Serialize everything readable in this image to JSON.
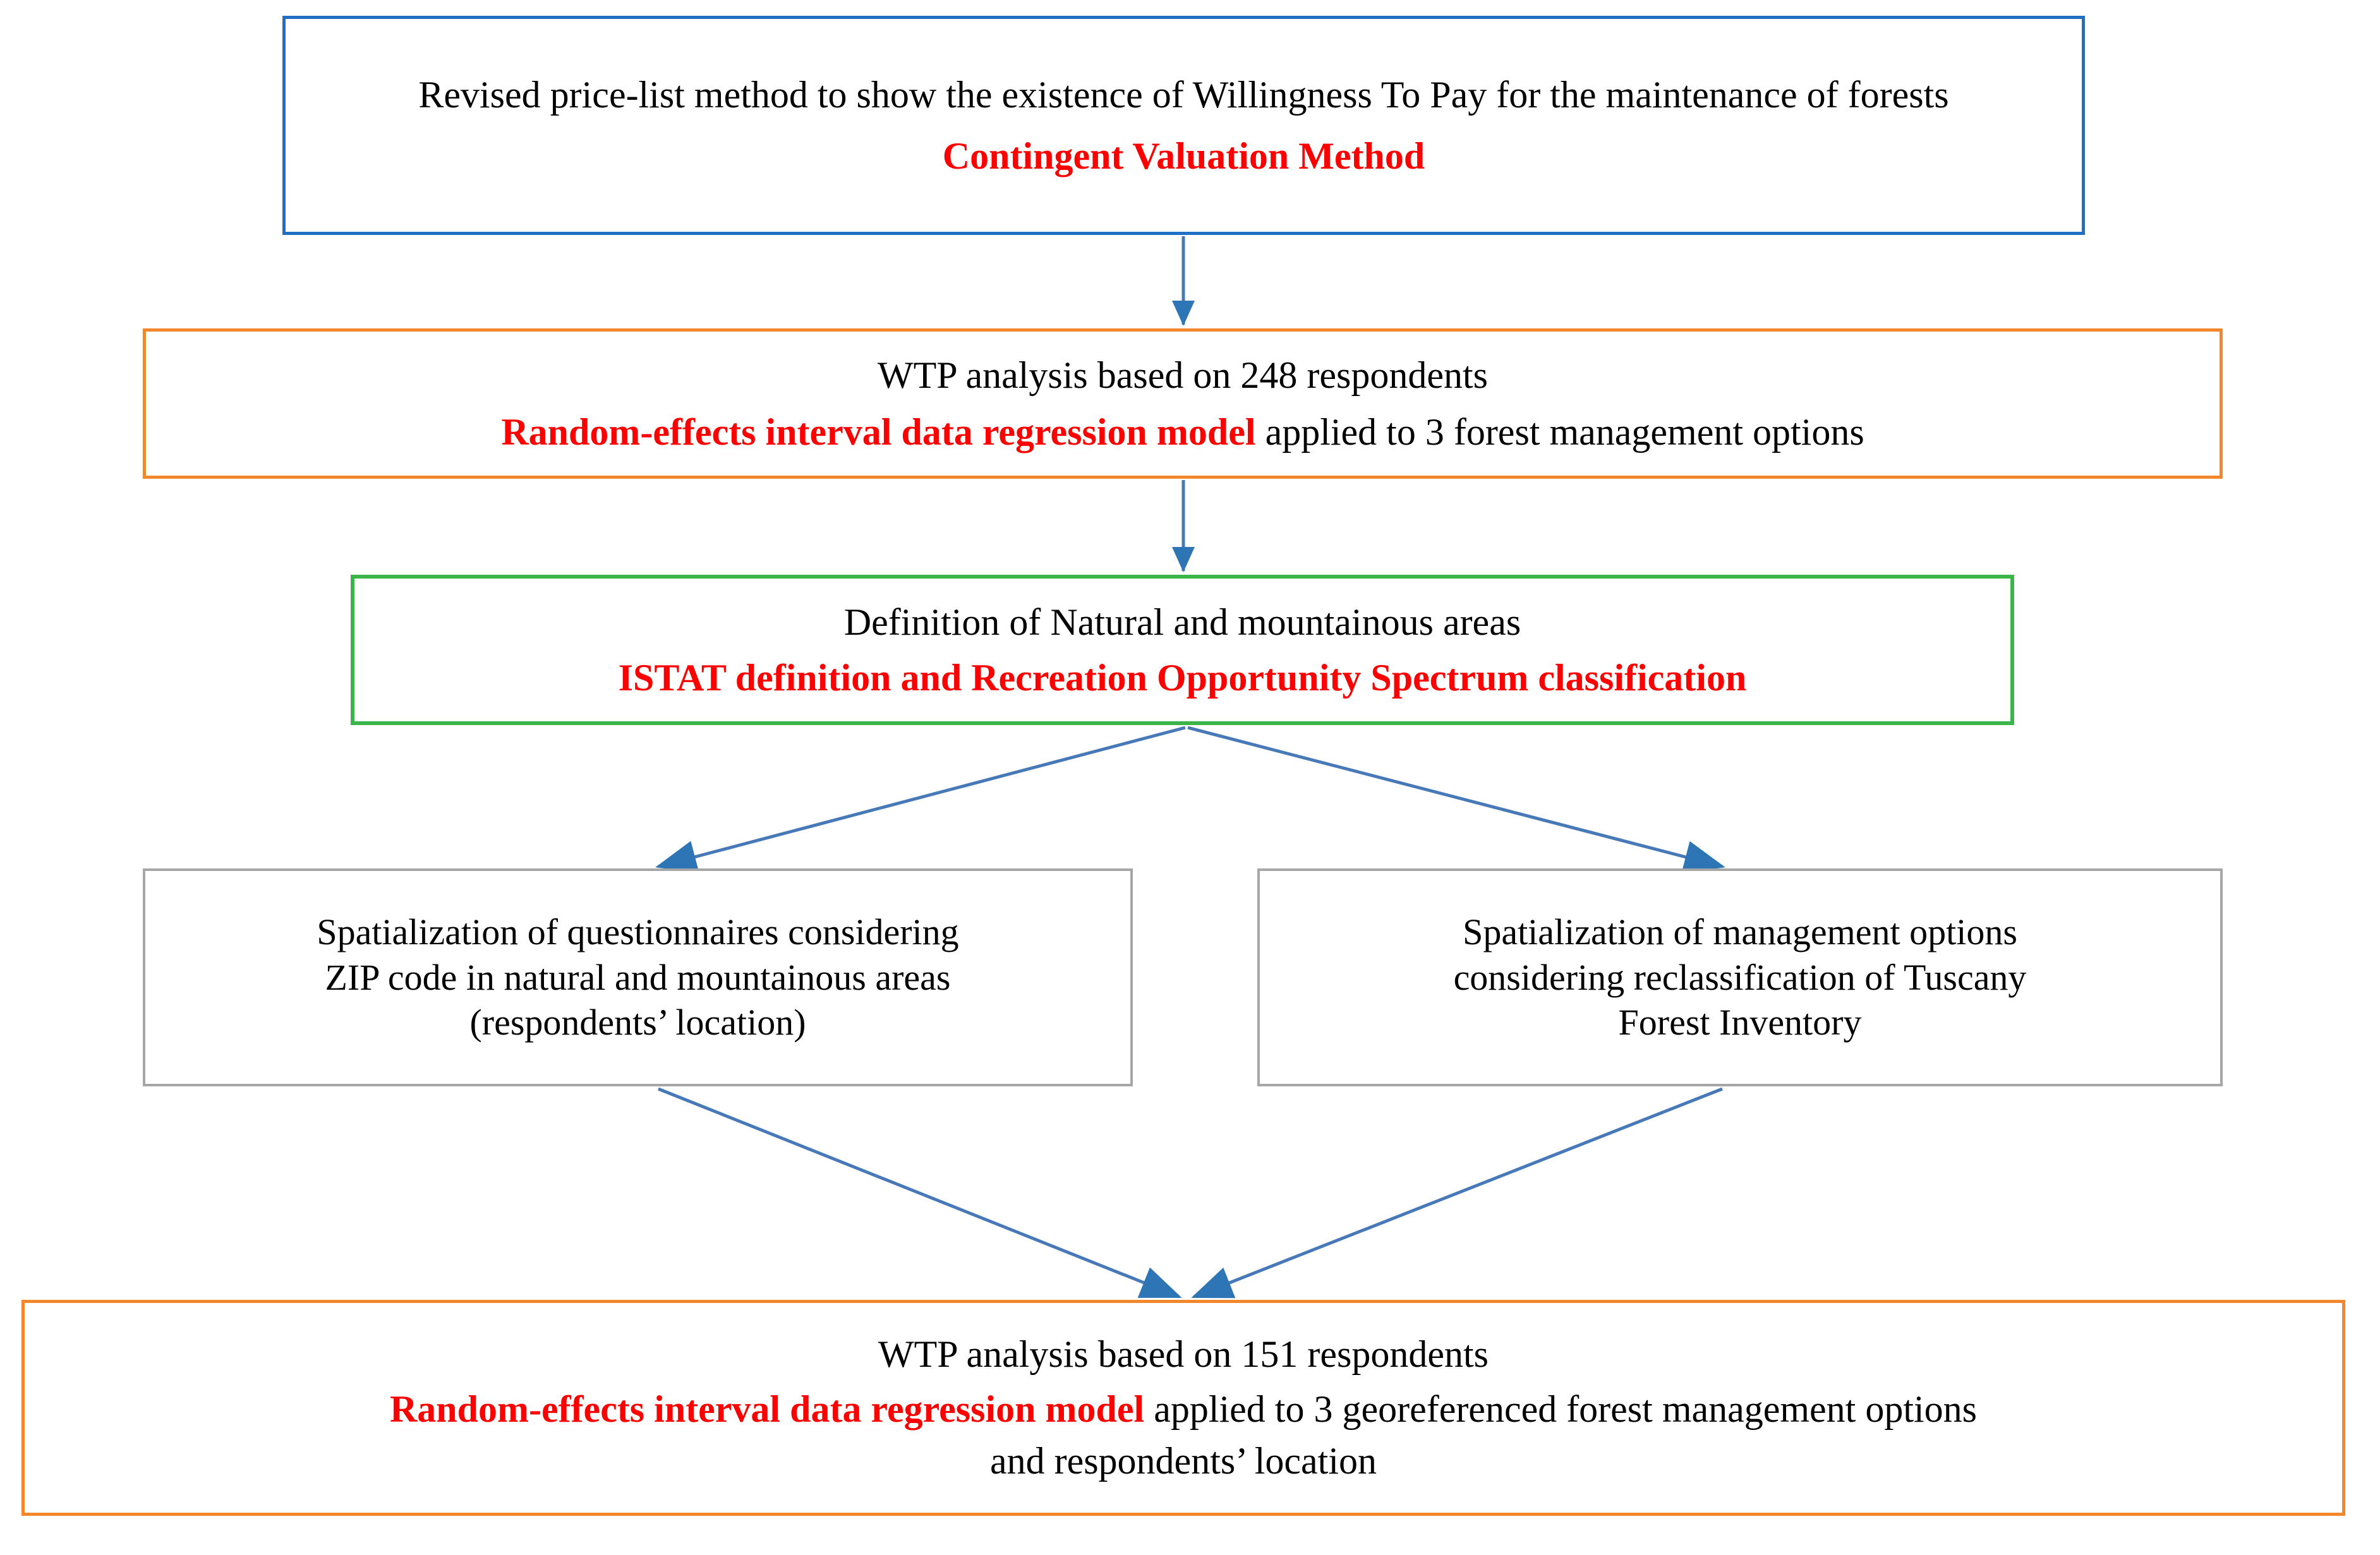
{
  "diagram": {
    "title": "Contingent valuation methodology flowchart",
    "colors": {
      "border_blue": "#1F6FC4",
      "border_orange": "#F2872B",
      "border_green": "#3BB54A",
      "border_gray": "#A6A6A6",
      "arrow_blue": "#4779B8",
      "highlight_red": "#FF0000",
      "text_black": "#000000",
      "background": "#FFFFFF"
    },
    "nodes": [
      {
        "id": "cvm",
        "border_color": "#1F6FC4",
        "lines": [
          {
            "text": "Revised price-list method to show the existence of Willingness To Pay for the maintenance of forests",
            "style": "plain"
          },
          {
            "text": "Contingent Valuation Method",
            "style": "red-bold"
          }
        ]
      },
      {
        "id": "wtp-248",
        "border_color": "#F2872B",
        "lines": [
          {
            "text": "WTP analysis based on 248 respondents",
            "style": "plain"
          },
          {
            "red": "Random-effects interval data regression model",
            "plain": " applied to  3 forest management options",
            "style": "mixed"
          }
        ]
      },
      {
        "id": "definition",
        "border_color": "#3BB54A",
        "lines": [
          {
            "text": "Definition of Natural and mountainous areas",
            "style": "plain"
          },
          {
            "text": "ISTAT definition and Recreation Opportunity Spectrum classification",
            "style": "red-bold"
          }
        ]
      },
      {
        "id": "spatial-questionnaires",
        "border_color": "#A6A6A6",
        "lines": [
          {
            "text": "Spatialization of questionnaires considering",
            "style": "plain"
          },
          {
            "text": "ZIP code in natural and mountainous areas",
            "style": "plain"
          },
          {
            "text": "(respondents’ location)",
            "style": "plain"
          }
        ]
      },
      {
        "id": "spatial-management",
        "border_color": "#A6A6A6",
        "lines": [
          {
            "text": "Spatialization of management options",
            "style": "plain"
          },
          {
            "text": "considering reclassification of Tuscany",
            "style": "plain"
          },
          {
            "text": "Forest Inventory",
            "style": "plain"
          }
        ]
      },
      {
        "id": "wtp-151",
        "border_color": "#F2872B",
        "lines": [
          {
            "text": "WTP analysis based on 151 respondents",
            "style": "plain"
          },
          {
            "red": "Random-effects interval data regression model",
            "plain": " applied to 3 georeferenced forest management options",
            "style": "mixed"
          },
          {
            "text": "and respondents’ location",
            "style": "plain"
          }
        ]
      }
    ],
    "connectors": [
      {
        "id": "cvm-to-wtp248",
        "from": "cvm",
        "to": "wtp-248",
        "kind": "straight-down-arrow"
      },
      {
        "id": "wtp248-to-definition",
        "from": "wtp-248",
        "to": "definition",
        "kind": "straight-down-arrow"
      },
      {
        "id": "definition-to-spatial-questionnaires",
        "from": "definition",
        "to": "spatial-questionnaires",
        "kind": "diagonal-arrow"
      },
      {
        "id": "definition-to-spatial-management",
        "from": "definition",
        "to": "spatial-management",
        "kind": "diagonal-arrow"
      },
      {
        "id": "spatial-questionnaires-to-wtp151",
        "from": "spatial-questionnaires",
        "to": "wtp-151",
        "kind": "diagonal-arrow"
      },
      {
        "id": "spatial-management-to-wtp151",
        "from": "spatial-management",
        "to": "wtp-151",
        "kind": "diagonal-arrow"
      }
    ]
  },
  "text": {
    "cvm": {
      "line1": "Revised price-list method to show the existence of Willingness To Pay for the maintenance of forests",
      "line2": "Contingent Valuation Method"
    },
    "wtp248": {
      "line1": "WTP analysis based on 248 respondents",
      "line2_red": "Random-effects interval data regression model",
      "line2_plain": " applied to  3 forest management options"
    },
    "definition": {
      "line1": "Definition of Natural and mountainous areas",
      "line2": "ISTAT definition and Recreation Opportunity Spectrum classification"
    },
    "spatial_questionnaires": {
      "line1": "Spatialization of questionnaires considering",
      "line2": "ZIP code in natural and mountainous areas",
      "line3": "(respondents’ location)"
    },
    "spatial_management": {
      "line1": "Spatialization of management options",
      "line2": "considering reclassification of Tuscany",
      "line3": "Forest Inventory"
    },
    "wtp151": {
      "line1": "WTP analysis based on 151 respondents",
      "line2_red": "Random-effects interval data regression model",
      "line2_plain": " applied to 3 georeferenced forest management options",
      "line3": "and respondents’ location"
    }
  }
}
